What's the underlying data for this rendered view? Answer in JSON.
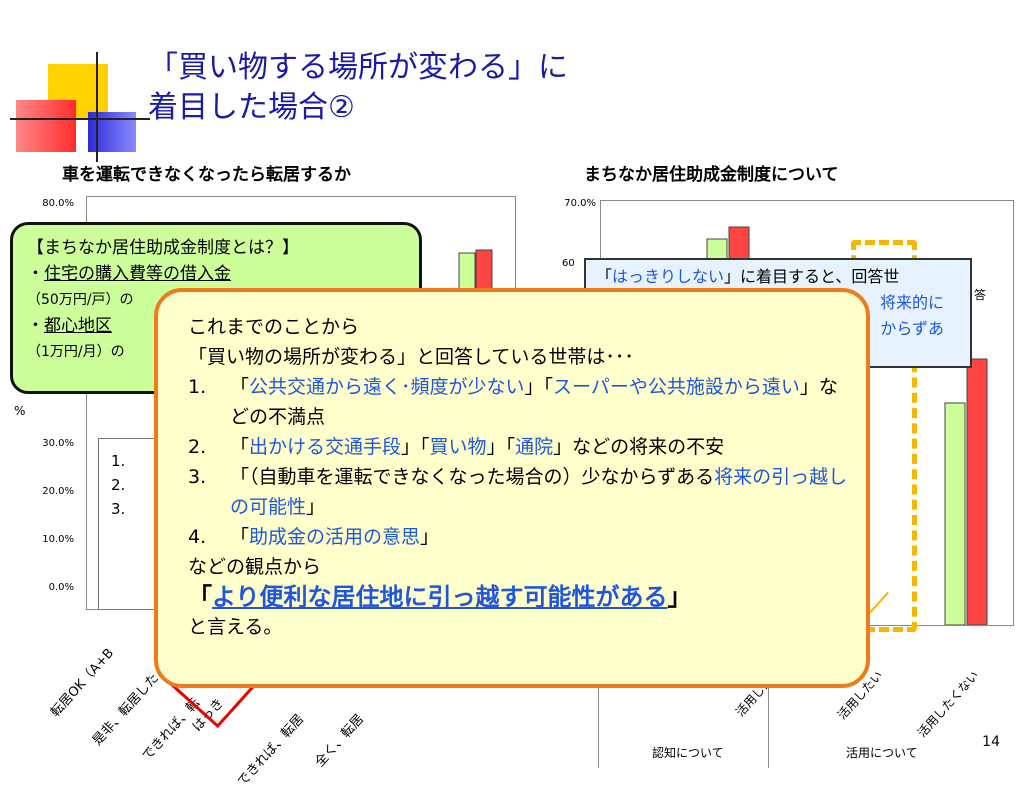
{
  "title_line1": "「買い物する場所が変わる」に",
  "title_line2": "着目した場合②",
  "left_chart": {
    "title": "車を運転できなくなったら転居するか",
    "y_ticks": [
      "80.0%",
      "30.0%",
      "20.0%",
      "10.0%",
      "0.0%"
    ],
    "y_unit": "%",
    "categories_visible": [
      "転居OK（A+B",
      "是非、転居した",
      "できれば、転",
      "はっき",
      "できれば、転居",
      "全く、転居"
    ]
  },
  "right_chart": {
    "title": "まちなか居住助成金制度について",
    "y_ticks": [
      "70.0%",
      "60"
    ],
    "categories_visible": [
      "活用した",
      "活用したい",
      "活用したくない"
    ],
    "group_labels": [
      "認知について",
      "活用について"
    ],
    "partial_right_label": "答"
  },
  "green_callout": {
    "line1": "【まちなか居住助成金制度とは？】",
    "line2_prefix": "・",
    "line2_text": "住宅の購入費等の借入金",
    "line3": "（50万円/戸）の",
    "line4_prefix": "・",
    "line4_text": "都心地区",
    "line5": "（1万円/月）の"
  },
  "blue_callout": {
    "q_open": "「",
    "highlight": "はっきりしない",
    "rest1": "」に着目すると、回答世",
    "line2": "将来的に",
    "line3": "からずあ"
  },
  "white_box_items": [
    "1.",
    "2.",
    "3."
  ],
  "main_box": {
    "line1": "これまでのことから",
    "line2": "「買い物の場所が変わる」と回答している世帯は･･･",
    "items": [
      {
        "n": "1.",
        "pre": "「",
        "b1": "公共交通から遠く･頻度が少ない",
        "mid": "」「",
        "b2": "スーパーや公共施設から遠い",
        "post": "」などの不満点"
      },
      {
        "n": "2.",
        "pre": "「",
        "b1": "出かける交通手段",
        "mid": "」「",
        "b2": "買い物",
        "mid2": "」「",
        "b3": "通院",
        "post": "」などの将来の不安"
      },
      {
        "n": "3.",
        "pre": "「（自動車を運転できなくなった場合の）少なからずある",
        "b1": "将来の引っ越しの可能性",
        "post": "」"
      },
      {
        "n": "4.",
        "pre": "「",
        "b1": "助成金の活用の意思",
        "post": "」"
      }
    ],
    "line_after": "などの観点から",
    "conclusion_open": "「",
    "conclusion": "より便利な居住地に引っ越す可能性がある",
    "conclusion_close": "」",
    "last_line": "と言える。"
  },
  "slide_number": "14",
  "colors": {
    "title": "#1a1aa8",
    "bar_green": "#ccff99",
    "bar_red": "#ff4444",
    "accent_orange": "#f07b1a",
    "dash_yellow": "#f5b700",
    "blue_text": "#2055e0"
  }
}
